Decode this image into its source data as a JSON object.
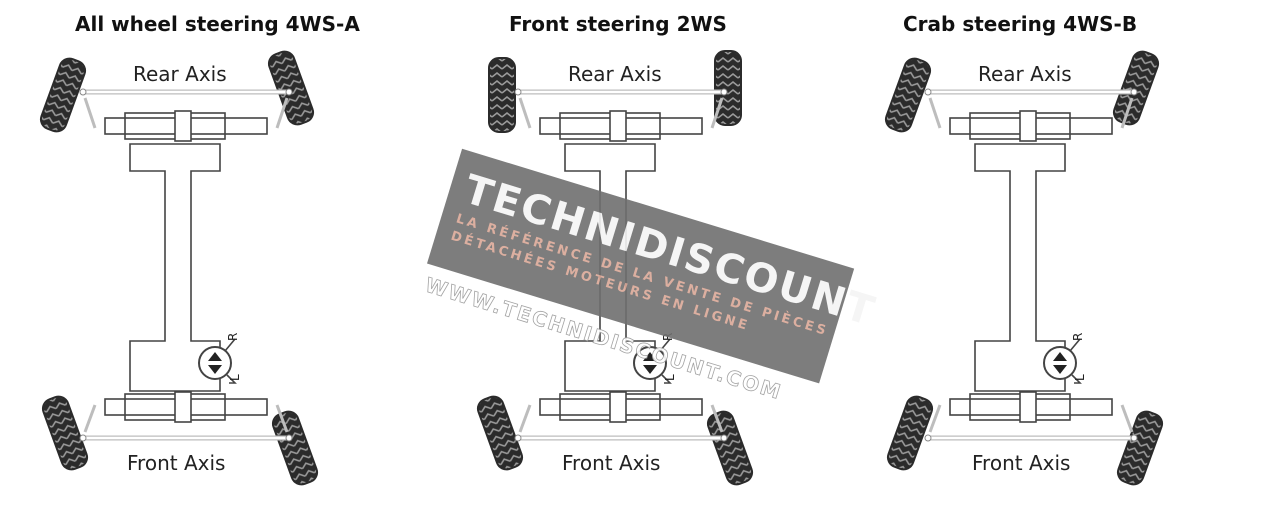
{
  "panels": [
    {
      "title": "All wheel steering 4WS-A",
      "rear_label": "Rear Axis",
      "front_label": "Front Axis",
      "mode": "all-wheel"
    },
    {
      "title": "Front steering 2WS",
      "rear_label": "Rear Axis",
      "front_label": "Front Axis",
      "mode": "front"
    },
    {
      "title": "Crab steering 4WS-B",
      "rear_label": "Rear Axis",
      "front_label": "Front Axis",
      "mode": "crab"
    }
  ],
  "valve_labels": {
    "r": "R",
    "l": "L"
  },
  "watermark": {
    "brand": "TECHNIDISCOUNT",
    "tagline_1": "LA RÉFÉRENCE DE LA VENTE DE PIÈCES",
    "tagline_2": "DÉTACHÉES MOTEURS EN LIGNE",
    "url": "WWW.TECHNIDISCOUNT.COM"
  },
  "colors": {
    "line": "#444444",
    "tire": "#2b2b2b",
    "link": "#bdbdbd",
    "watermark_bg": "#6f6f6f"
  }
}
